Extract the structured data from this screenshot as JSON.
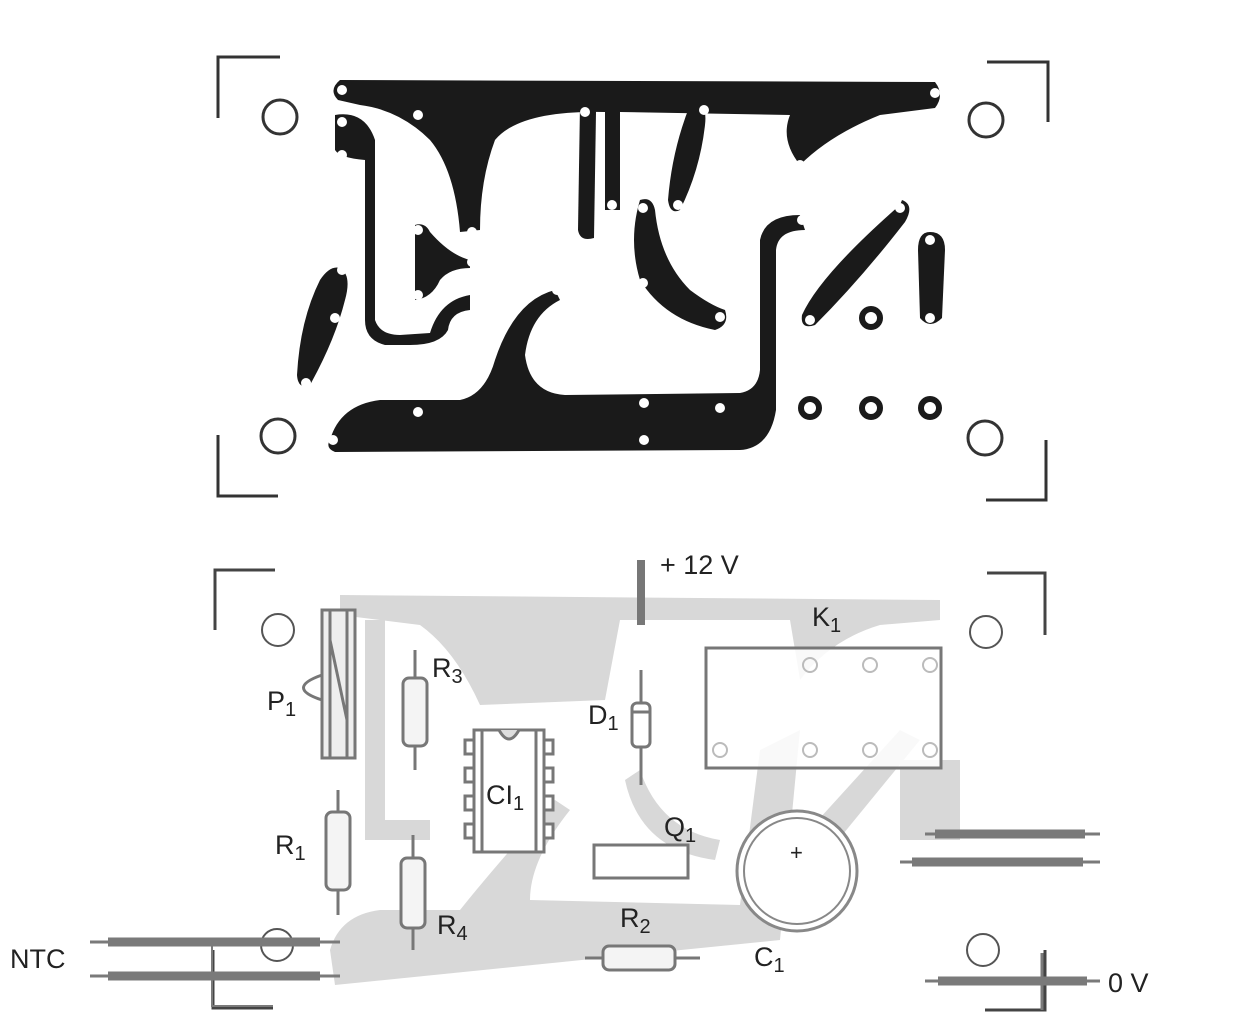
{
  "figure": {
    "top_panel": "PCB copper track layout (solder side)",
    "bottom_panel": "Component placement overlay"
  },
  "labels": {
    "supply_plus": "+ 12 V",
    "supply_ground": "0 V",
    "sensor": "NTC",
    "relay": {
      "main": "K",
      "sub": "1"
    },
    "trimpot": {
      "main": "P",
      "sub": "1"
    },
    "r1": {
      "main": "R",
      "sub": "1"
    },
    "r2": {
      "main": "R",
      "sub": "2"
    },
    "r3": {
      "main": "R",
      "sub": "3"
    },
    "r4": {
      "main": "R",
      "sub": "4"
    },
    "ic": {
      "main": "CI",
      "sub": "1"
    },
    "diode": {
      "main": "D",
      "sub": "1"
    },
    "transistor": {
      "main": "Q",
      "sub": "1"
    },
    "capacitor": {
      "main": "C",
      "sub": "1"
    },
    "capacitor_polarity": "+"
  },
  "colors": {
    "copper": "#1a1a1a",
    "overlay_track": "#d4d4d4",
    "component_outline": "#7a7a7a",
    "label_text": "#222222"
  }
}
